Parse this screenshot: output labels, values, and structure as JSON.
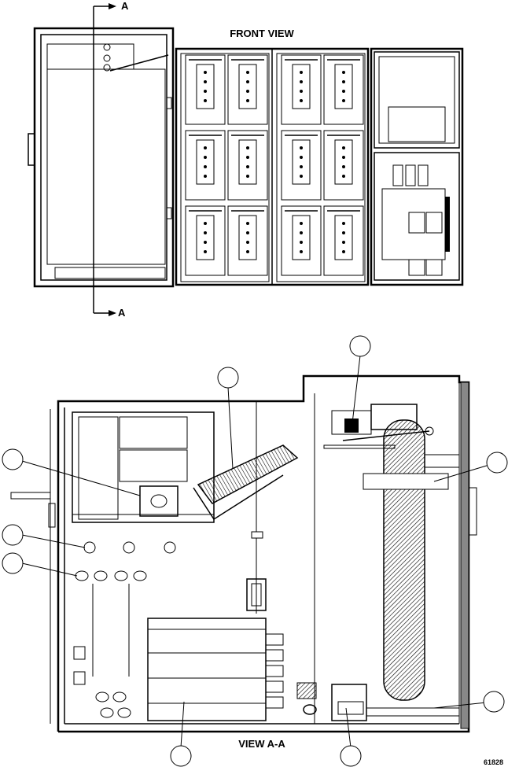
{
  "front_view": {
    "title": "FRONT VIEW"
  },
  "section_marker": {
    "top_label": "A",
    "bottom_label": "A"
  },
  "view_aa": {
    "title": "VIEW A-A"
  },
  "drawing_id": "61828",
  "callouts": [
    "",
    "",
    "",
    "",
    "",
    "",
    "",
    ""
  ]
}
